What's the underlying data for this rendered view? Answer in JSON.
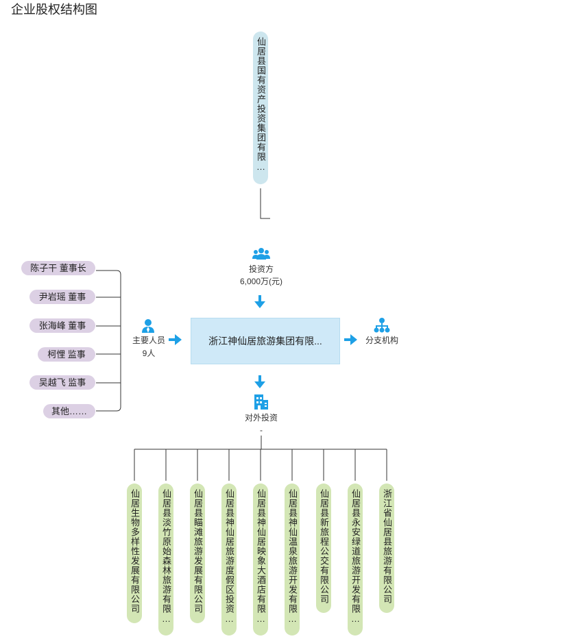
{
  "title": "企业股权结构图",
  "top_shareholder": "仙居县国有资产投资集团有限…",
  "investor": {
    "label": "投资方",
    "value": "6,000万(元)"
  },
  "company": {
    "name": "浙江神仙居旅游集团有限..."
  },
  "personnel": {
    "label": "主要人员",
    "count": "9人",
    "people": [
      "陈子干  董事长",
      "尹岩瑶  董事",
      "张海峰  董事",
      "柯悝  监事",
      "吴越飞  监事",
      "其他……"
    ]
  },
  "branches": {
    "label": "分支机构"
  },
  "investments": {
    "label": "对外投资",
    "value": "-",
    "items": [
      "仙居生物多样性发展有限公司",
      "仙居县淡竹原始森林旅游有限…",
      "仙居县瞄滩旅游发展有限公司",
      "仙居县神仙居旅游度假区投资…",
      "仙居县神仙居映象大酒店有限…",
      "仙居县神仙温泉旅游开发有限…",
      "仙居县新旅程公交有限公司",
      "仙居县永安绿道旅游开发有限…",
      "浙江省仙居县旅游有限公司"
    ]
  },
  "colors": {
    "accent": "#1ea0e6",
    "shareholder_fill": "#cde6ee",
    "company_fill": "#cfe9f8",
    "person_fill": "#dcd0e4",
    "investment_fill": "#d3e6b5"
  }
}
